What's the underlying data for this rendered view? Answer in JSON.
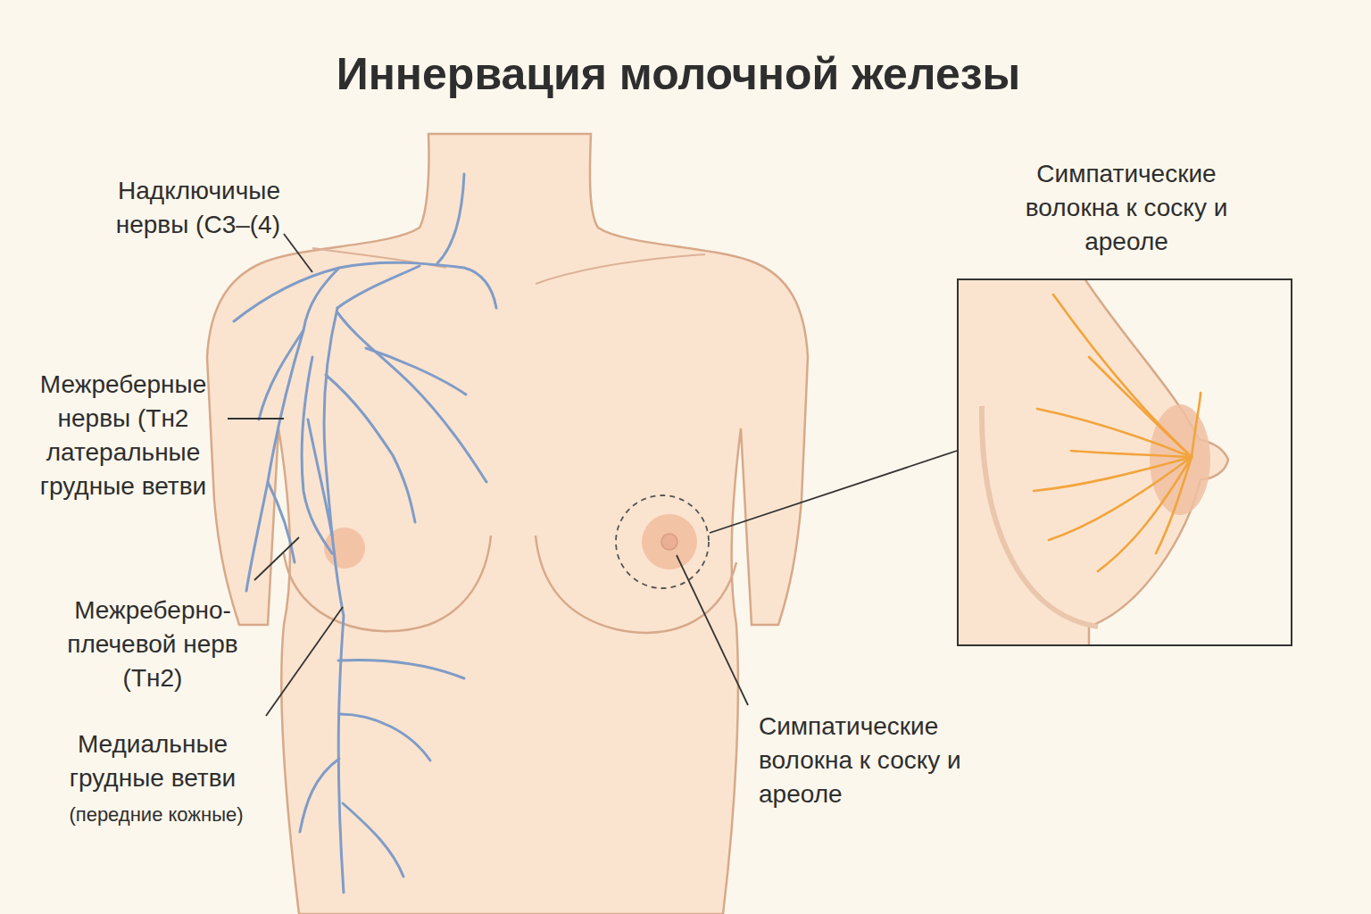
{
  "diagram": {
    "title": "Иннервация молочной железы",
    "nodes": [
      {
        "text": [
          "Симпатические волокна к соску и ареоле"
        ]
      }
    ],
    "edges": [],
    "labels": [
      "Надключичые нервы (С3–(4)",
      "Межреберные нервы (Тн2 латеральные грудные ветви",
      "Межреберно-плечевой нерв (Тн2)",
      "Медиальные грудные ветви",
      "(передние кожные)",
      "Симпатические волокна к соску и ареоле"
    ]
  }
}
